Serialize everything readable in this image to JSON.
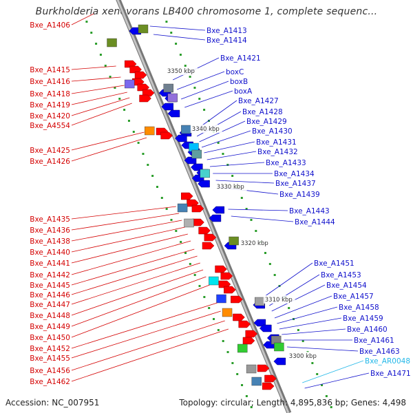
{
  "header": {
    "title": "Burkholderia xenovorans LB400 chromosome 1, complete sequenc..."
  },
  "footer": {
    "accession": "Accession: NC_007951",
    "topology": "Topology: circular; Length: 4,895,836 bp; Genes: 4,498"
  },
  "colors": {
    "left_label": "#d40000",
    "right_label": "#1010cc",
    "rna_label": "#22b7e8",
    "forward_gene": "#ff0000",
    "reverse_gene": "#0000ee",
    "backbone": "#999999"
  },
  "scale_labels": [
    "3350 kbp",
    "3340 kbp",
    "3330 kbp",
    "3320 kbp",
    "3310 kbp",
    "3300 kbp"
  ],
  "left_labels": [
    "Bxe_A1406",
    "Bxe_A1415",
    "Bxe_A1416",
    "Bxe_A1418",
    "Bxe_A1419",
    "Bxe_A1420",
    "Bxe_A4554",
    "Bxe_A1425",
    "Bxe_A1426",
    "Bxe_A1435",
    "Bxe_A1436",
    "Bxe_A1438",
    "Bxe_A1440",
    "Bxe_A1441",
    "Bxe_A1442",
    "Bxe_A1445",
    "Bxe_A1446",
    "Bxe_A1447",
    "Bxe_A1448",
    "Bxe_A1449",
    "Bxe_A1450",
    "Bxe_A1452",
    "Bxe_A1455",
    "Bxe_A1456",
    "Bxe_A1462"
  ],
  "right_labels": [
    "Bxe_A1413",
    "Bxe_A1414",
    "Bxe_A1421",
    "boxC",
    "boxB",
    "boxA",
    "Bxe_A1427",
    "Bxe_A1428",
    "Bxe_A1429",
    "Bxe_A1430",
    "Bxe_A1431",
    "Bxe_A1432",
    "Bxe_A1433",
    "Bxe_A1434",
    "Bxe_A1437",
    "Bxe_A1439",
    "Bxe_A1443",
    "Bxe_A1444",
    "Bxe_A1451",
    "Bxe_A1453",
    "Bxe_A1454",
    "Bxe_A1457",
    "Bxe_A1458",
    "Bxe_A1459",
    "Bxe_A1460",
    "Bxe_A1461",
    "Bxe_A1463",
    "Bxe_AR0048",
    "Bxe_A1471"
  ]
}
